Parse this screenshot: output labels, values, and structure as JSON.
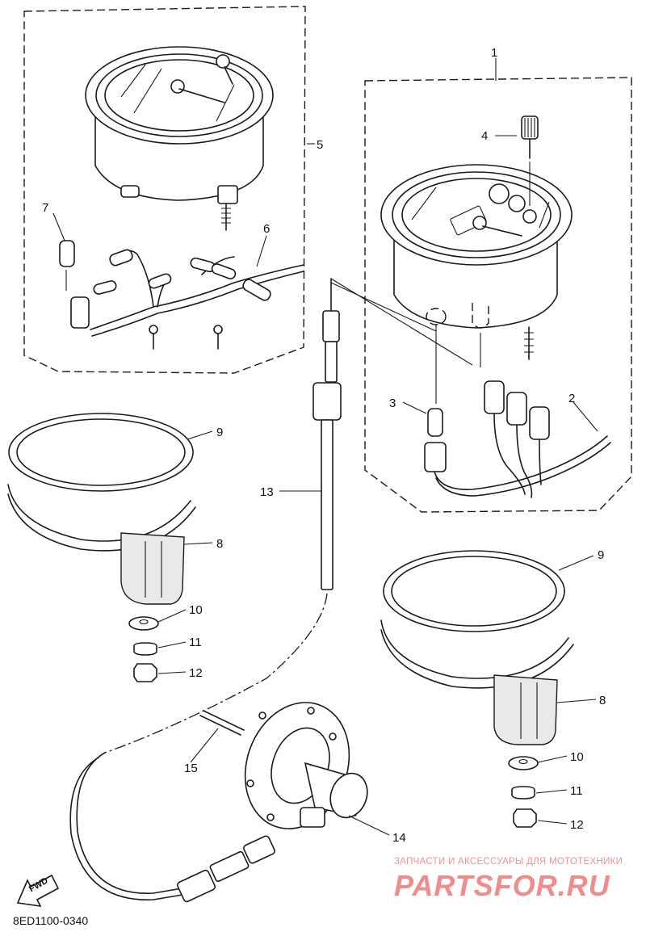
{
  "callouts": {
    "c1": "1",
    "c2": "2",
    "c3": "3",
    "c4": "4",
    "c5": "5",
    "c6": "6",
    "c7": "7",
    "c8_left": "8",
    "c9_left": "9",
    "c10_left": "10",
    "c11_left": "11",
    "c12_left": "12",
    "c13": "13",
    "c14": "14",
    "c15": "15",
    "c8_right": "8",
    "c9_right": "9",
    "c10_right": "10",
    "c11_right": "11",
    "c12_right": "12"
  },
  "fwd_label": "FWD",
  "diagram_code": "8ED1100-0340",
  "watermark": {
    "tagline": "ЗАПЧАСТИ И АКСЕССУАРЫ ДЛЯ МОТОТЕХНИКИ",
    "logo": "PARTSFOR.RU"
  },
  "colors": {
    "ink": "#1a1a1a",
    "watermark": "#ef8c8c"
  }
}
